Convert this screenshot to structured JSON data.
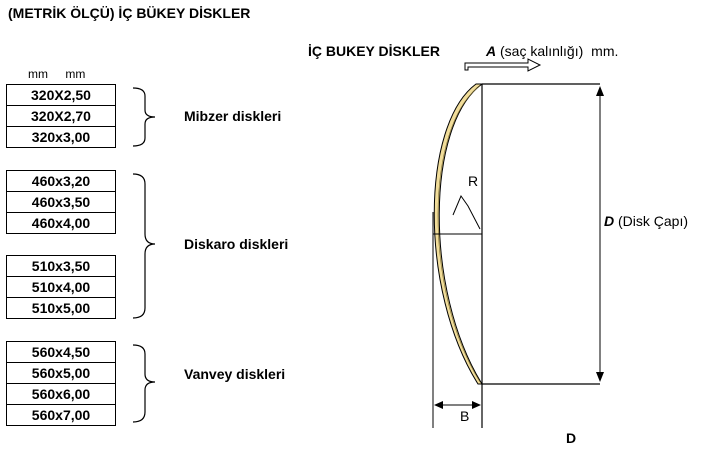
{
  "header": {
    "title": "(METRİK ÖLÇÜ)  İÇ BÜKEY DİSKLER"
  },
  "sizes": {
    "units": [
      "mm",
      "mm"
    ],
    "groups": [
      {
        "label": "Mibzer diskleri",
        "items": [
          "320X2,50",
          "320X2,70",
          "320x3,00"
        ]
      },
      {
        "label": "Diskaro diskleri",
        "subgroups": [
          [
            "460x3,20",
            "460x3,50",
            "460x4,00"
          ],
          [
            "510x3,50",
            "510x4,00",
            "510x5,00"
          ]
        ]
      },
      {
        "label": "Vanvey diskleri",
        "items": [
          "560x4,50",
          "560x5,00",
          "560x6,00",
          "560x7,00"
        ]
      }
    ]
  },
  "diagram": {
    "title": "İÇ BUKEY DİSKLER",
    "thickness_letter": "A",
    "thickness_text": "(saç kalınlığı)",
    "thickness_unit": "mm.",
    "diameter_letter": "D",
    "diameter_text": "(Disk Çapı)",
    "radius_label": "R",
    "depth_label": "B",
    "bottom_label": "D"
  }
}
